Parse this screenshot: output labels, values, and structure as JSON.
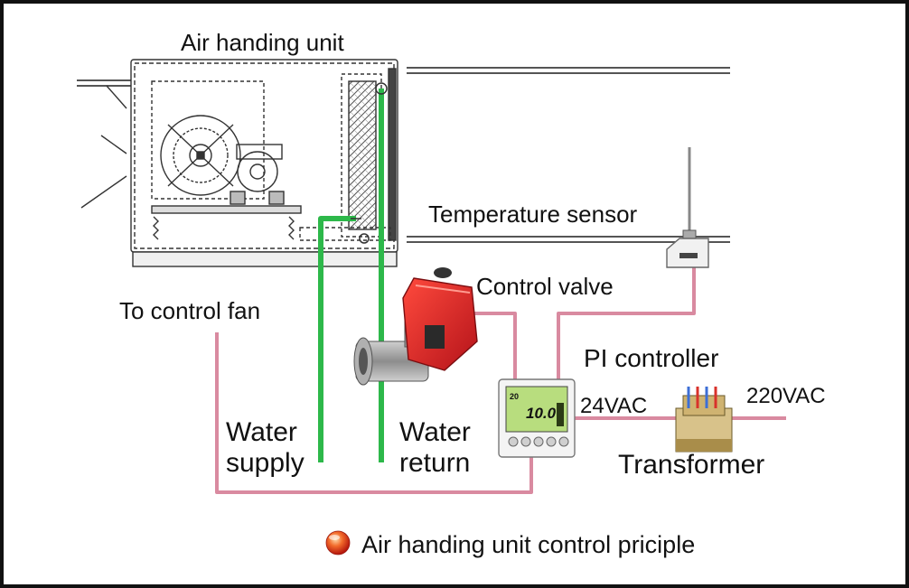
{
  "labels": {
    "ahu": "Air handing unit",
    "temp_sensor": "Temperature sensor",
    "control_valve": "Control valve",
    "control_fan": "To control fan",
    "pi_controller": "PI controller",
    "vac24": "24VAC",
    "vac220": "220VAC",
    "water_supply_1": "Water",
    "water_supply_2": "supply",
    "water_return_1": "Water",
    "water_return_2": "return",
    "transformer": "Transformer",
    "caption": "Air handing unit control priciple"
  },
  "controller_display": {
    "top_left": "20",
    "temp": "10.0"
  },
  "colors": {
    "wire": "#d98aa0",
    "pipe": "#2db84a",
    "valve_body": "#e3262c",
    "bullet": "#e8331f"
  },
  "icons": {
    "caption_bullet": "red-orb-icon"
  }
}
